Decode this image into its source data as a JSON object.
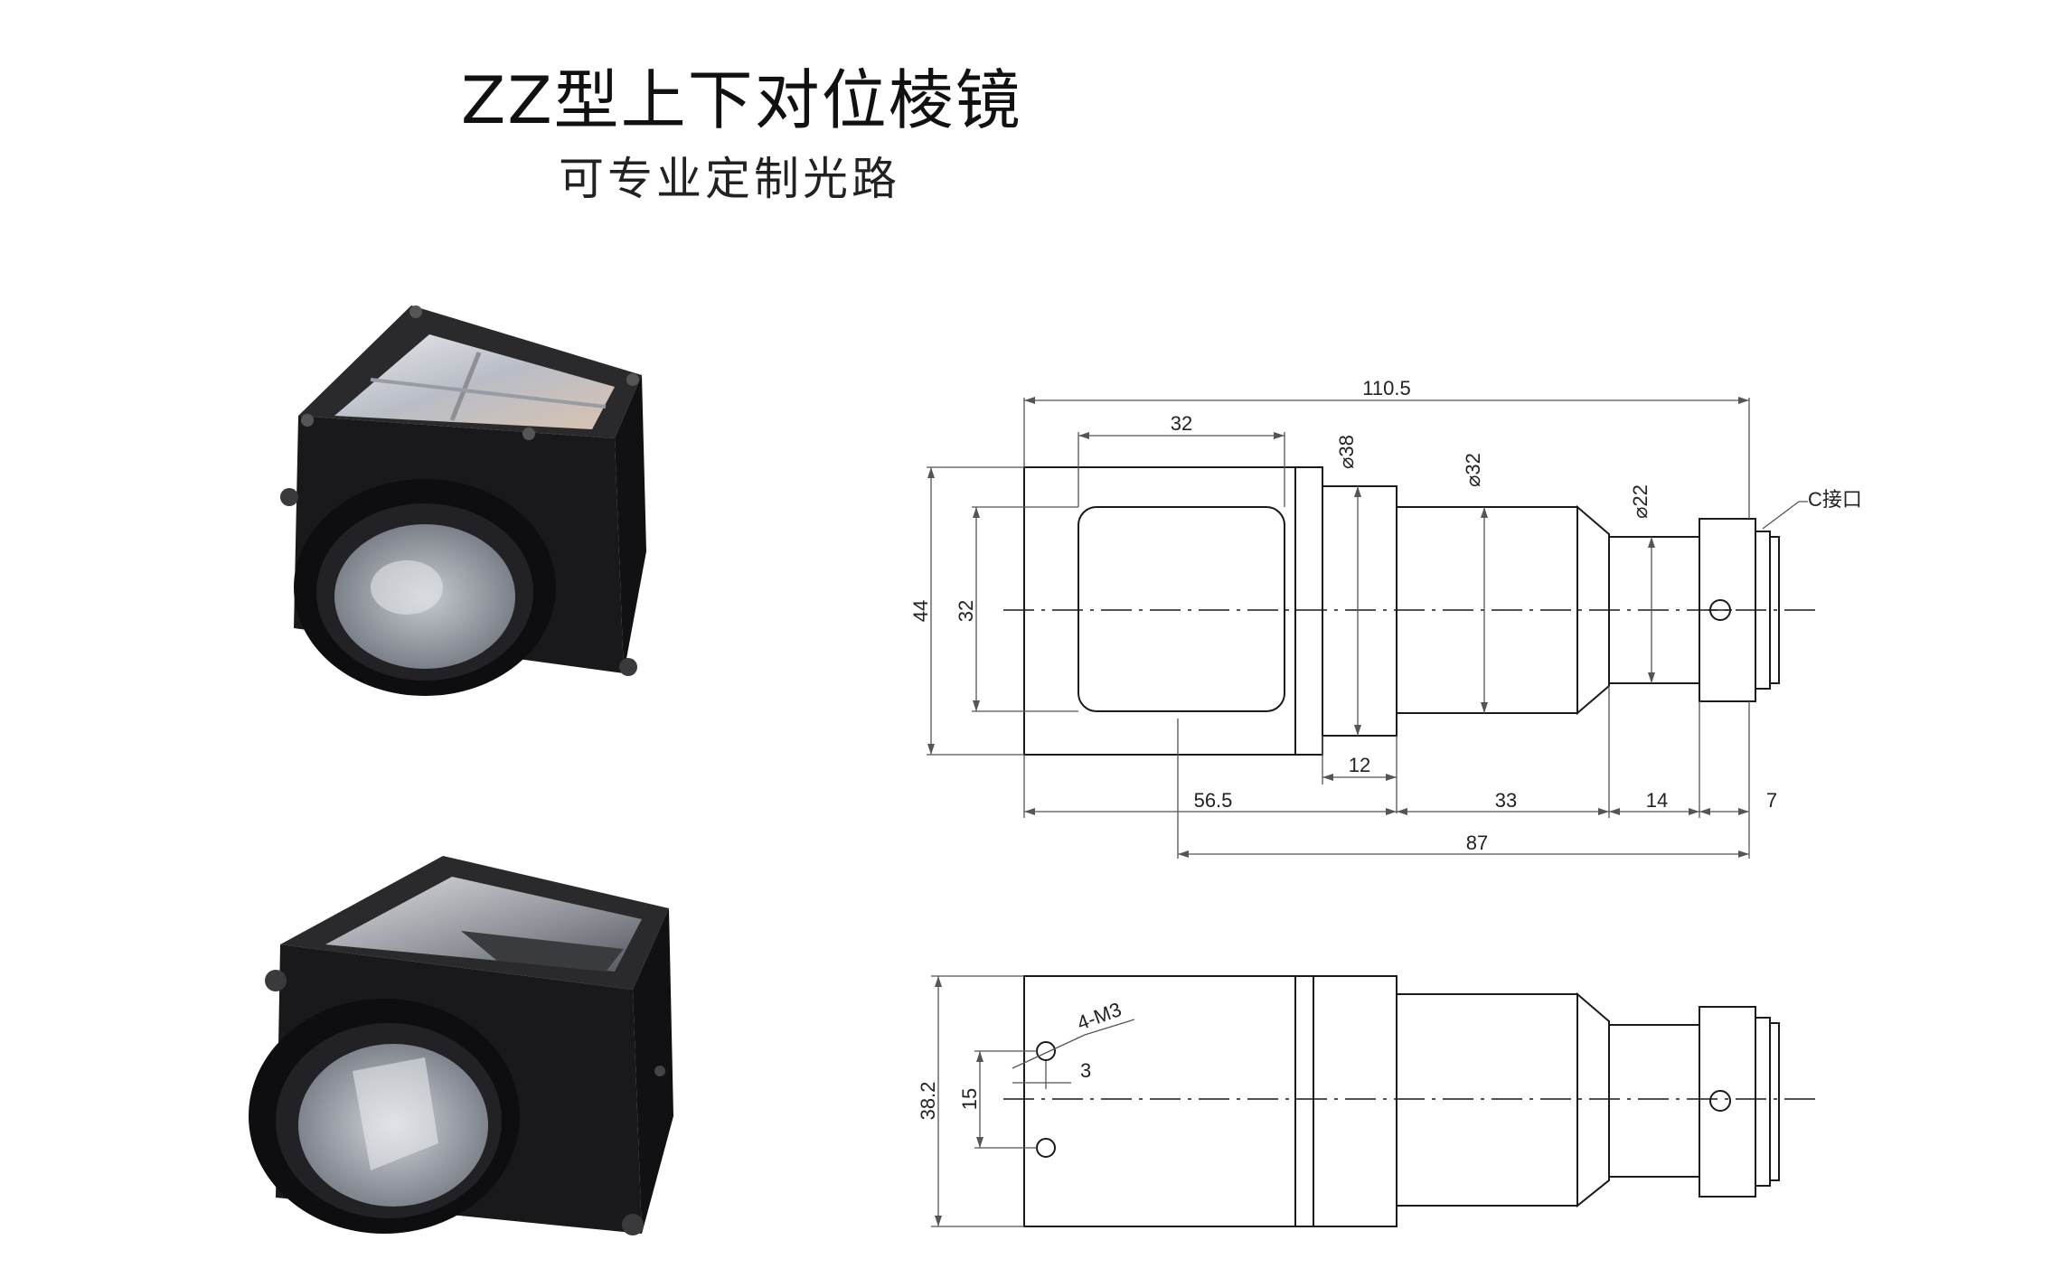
{
  "header": {
    "title": "ZZ型上下对位棱镜",
    "subtitle": "可专业定制光路"
  },
  "products": [
    {
      "name": "prism-photo-top"
    },
    {
      "name": "prism-photo-bottom"
    }
  ],
  "drawing_top": {
    "dims": {
      "overall_length": "110.5",
      "window_width": "32",
      "flange_dia": "⌀38",
      "barrel_dia": "⌀32",
      "nose_dia": "⌀22",
      "height": "44",
      "window_height": "32",
      "flange_len": "12",
      "seg_56_5": "56.5",
      "seg_33": "33",
      "seg_14": "14",
      "seg_7": "7",
      "seg_87": "87"
    },
    "mount_label": "C接口"
  },
  "drawing_bottom": {
    "dims": {
      "height": "38.2",
      "hole_spacing": "15",
      "hole_offset": "3",
      "thread": "4-M3"
    }
  },
  "colors": {
    "line": "#1a1a1a",
    "body": "#1c1c1e",
    "glass": "#c9ccd2"
  }
}
